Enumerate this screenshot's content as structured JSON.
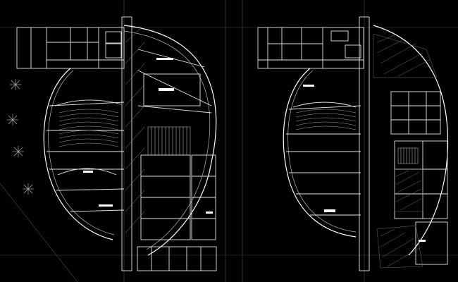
{
  "viewport": {
    "background": "#000000"
  },
  "colors": {
    "wall": "#ffffff",
    "line": "#d8d8d8",
    "guide": "#5a5a5a",
    "hatch": "#9a9a9a",
    "guide_dark": "#3a3a3a"
  },
  "drawings": [
    {
      "name": "floor-plan-left",
      "icons": [
        "tree-symbol",
        "stair-symbol",
        "seating-rows"
      ]
    },
    {
      "name": "floor-plan-right",
      "icons": [
        "stair-symbol",
        "seating-rows"
      ]
    }
  ]
}
